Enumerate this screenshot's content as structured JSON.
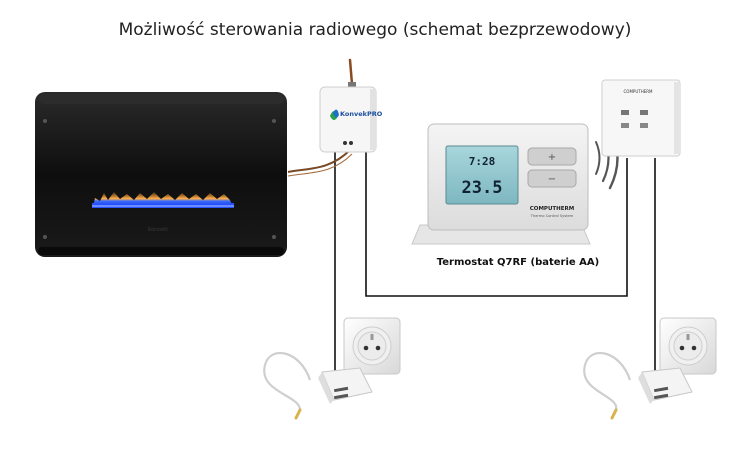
{
  "title": "Możliwość sterowania radiowego (schemat bezprzewodowy)",
  "thermostat_caption": "Termostat Q7RF (baterie AA)",
  "heater_brand": "Konvekt",
  "controller_logo_text": "KonvekPRO",
  "thermostat_brand": "COMPUTHERM",
  "thermostat_subtitle": "Thermo Control System",
  "receiver_brand": "COMPUTHERM",
  "display": {
    "time": "7:28",
    "temperature": "23.5"
  },
  "colors": {
    "heater_body": "#141414",
    "flame_blue": "#3a6cff",
    "flame_orange": "#ff9a2a",
    "wire": "#111111",
    "antenna": "#8a4a22",
    "cable_brown": "#7a4a26",
    "display_bg": "#8fc3cc"
  }
}
